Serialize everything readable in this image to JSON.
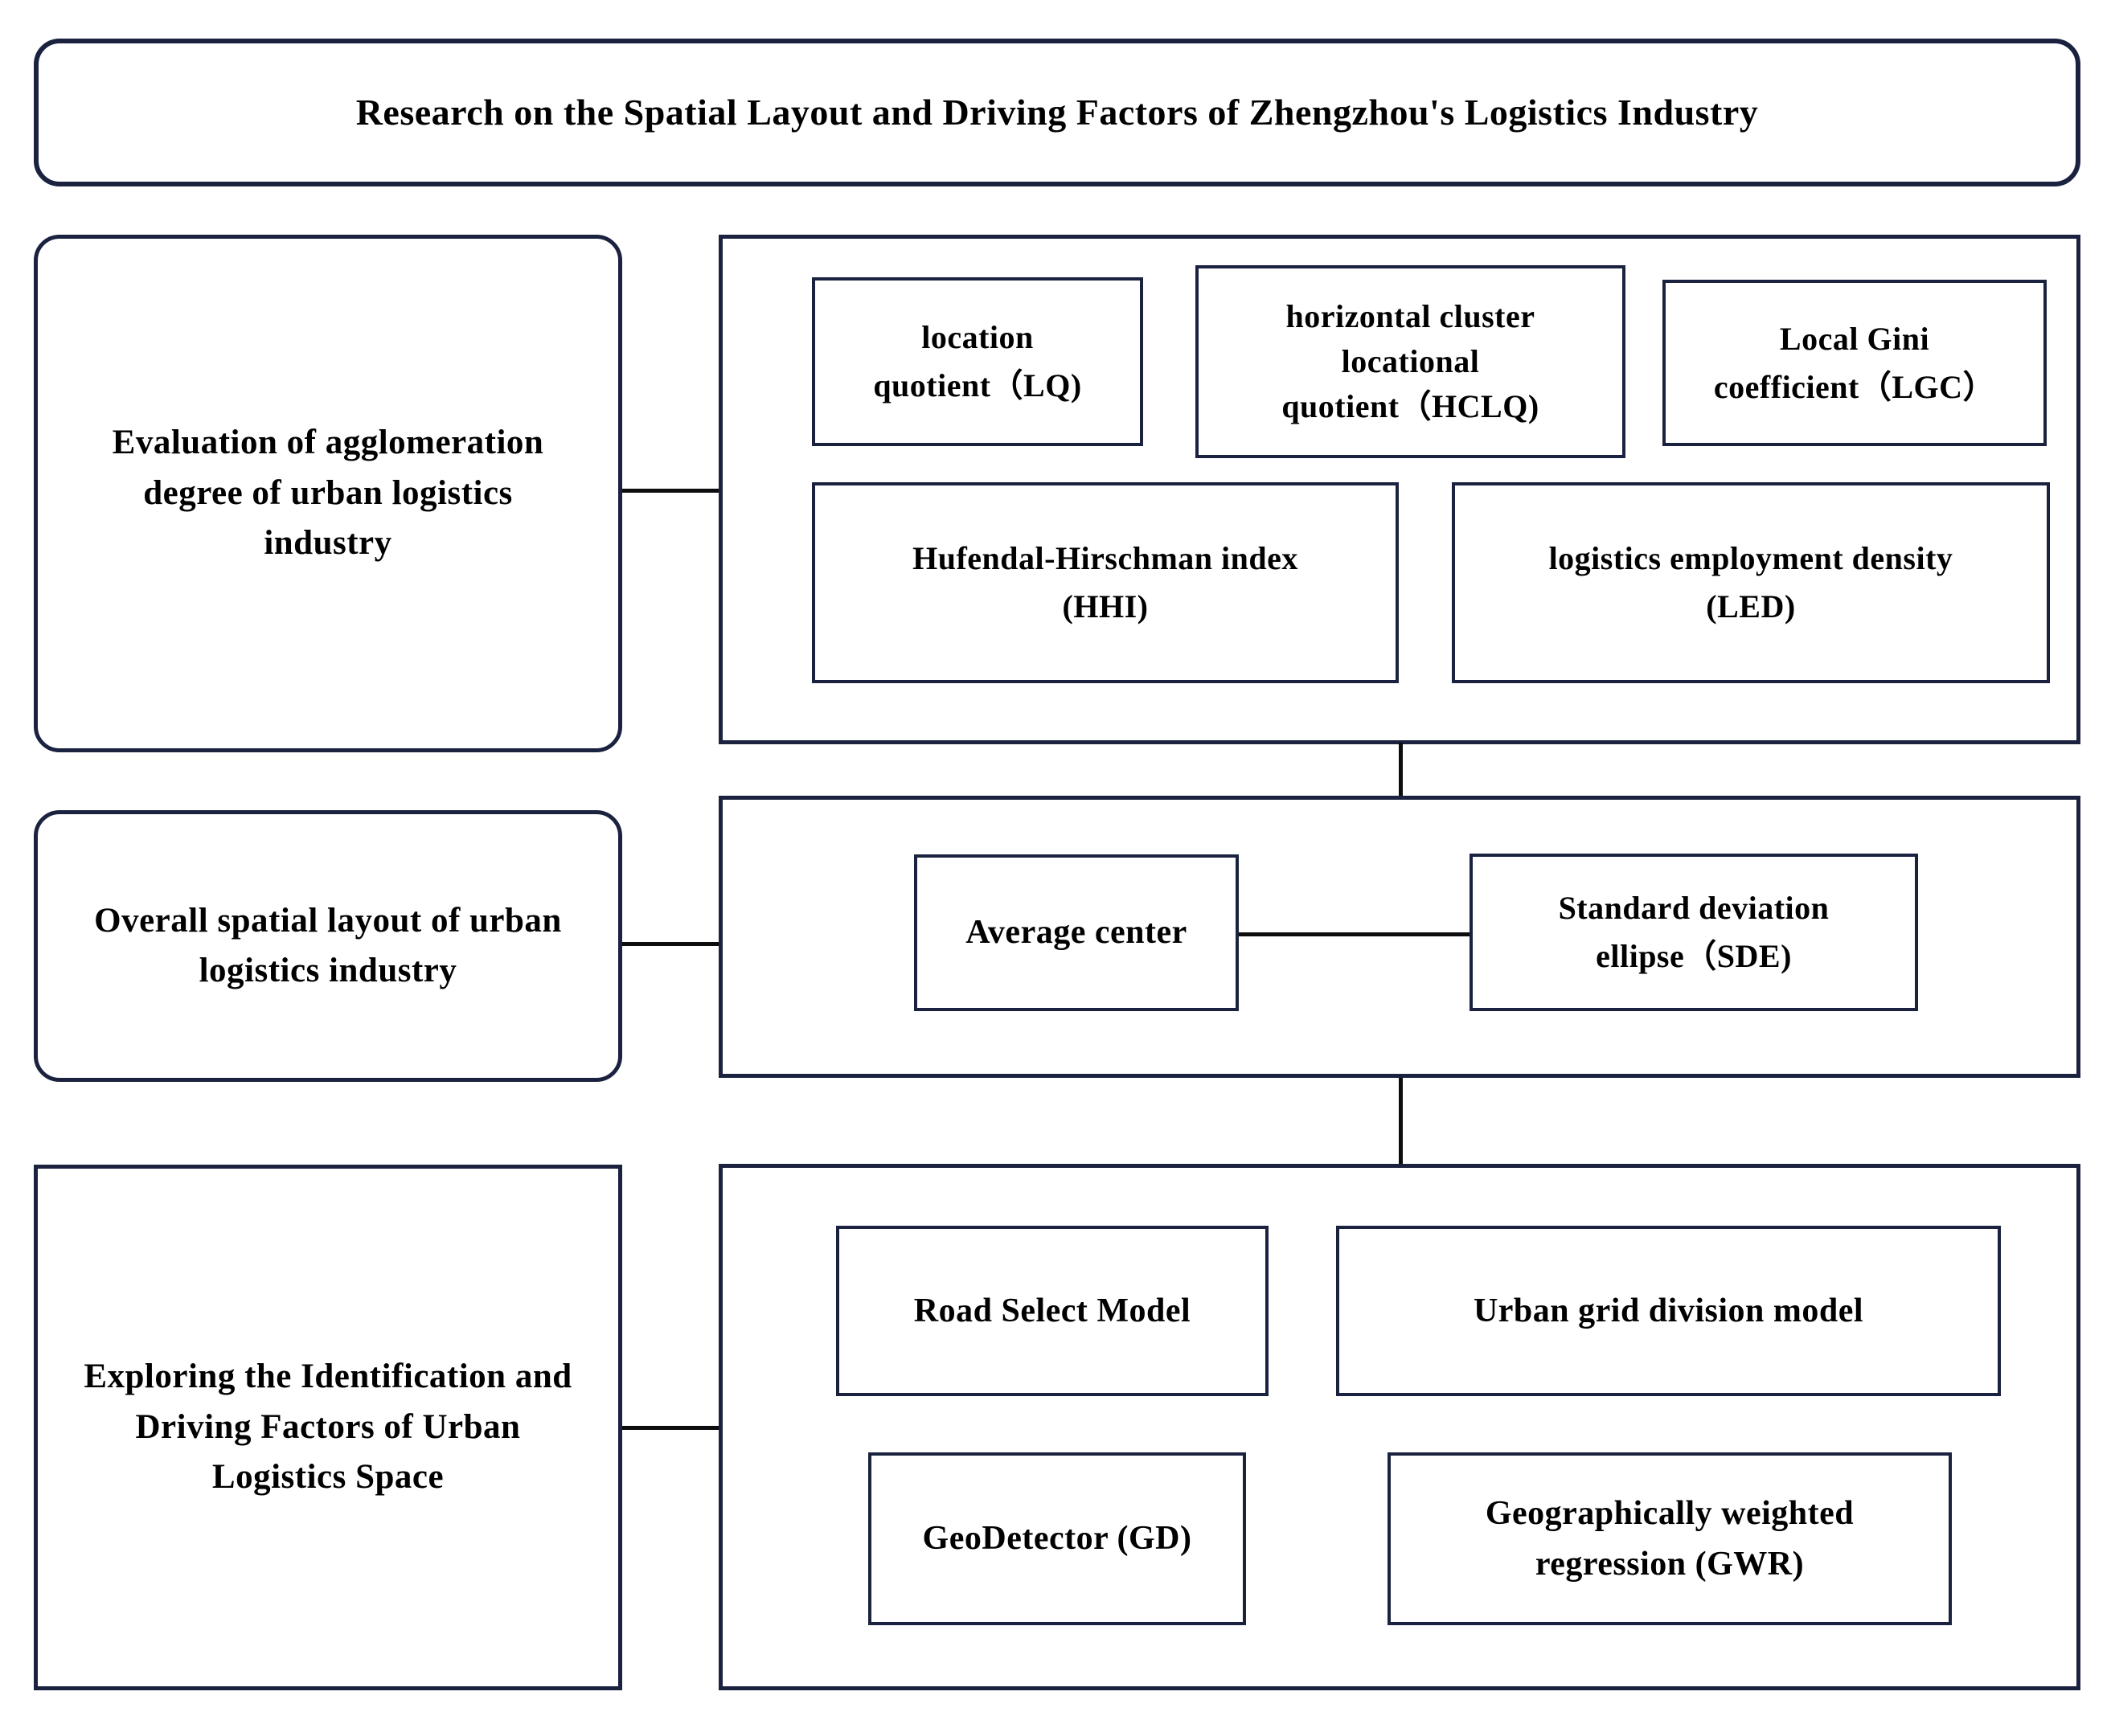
{
  "title": {
    "label": "Research on the Spatial Layout and Driving Factors of Zhengzhou's Logistics Industry"
  },
  "colors": {
    "box_border": "#1a2240",
    "connector": "#0d0d0d",
    "text": "#000000",
    "background": "#ffffff"
  },
  "sections": {
    "agglomeration": {
      "left_label": "Evaluation of agglomeration\ndegree of urban logistics\nindustry",
      "methods": {
        "lq": "location\nquotient（LQ)",
        "hclq": "horizontal cluster\nlocational\nquotient（HCLQ)",
        "lgc": "Local Gini\ncoefficient（LGC）",
        "hhi": "Hufendal-Hirschman index\n(HHI)",
        "led": "logistics employment density\n(LED)"
      }
    },
    "overall_layout": {
      "left_label": "Overall spatial layout of urban\nlogistics industry",
      "methods": {
        "average_center": "Average center",
        "sde": "Standard deviation\nellipse（SDE)"
      }
    },
    "driving_factors": {
      "left_label": "Exploring the Identification and\nDriving Factors of Urban\nLogistics Space",
      "methods": {
        "road_select": "Road Select Model",
        "urban_grid": "Urban grid division model",
        "gd": "GeoDetector (GD)",
        "gwr": "Geographically weighted\nregression (GWR)"
      }
    }
  }
}
